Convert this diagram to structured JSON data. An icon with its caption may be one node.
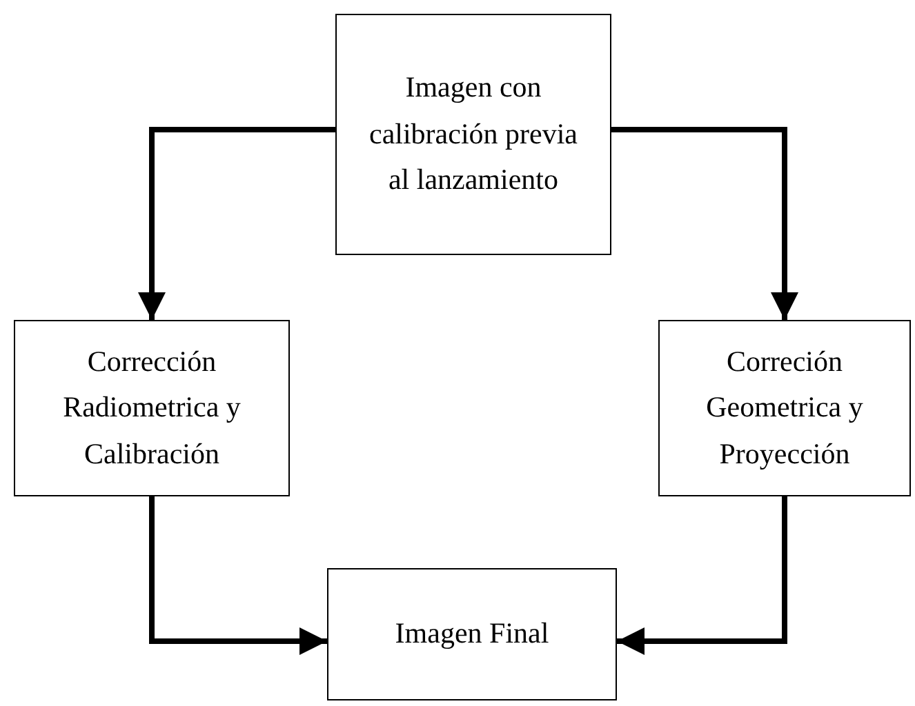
{
  "diagram": {
    "nodes": [
      {
        "text": [
          "Imagen con calibración previa al lanzamiento"
        ]
      },
      {
        "text": [
          "Corrección Radiometrica y Calibración"
        ]
      },
      {
        "text": [
          "Correción Geometrica y Proyección"
        ]
      },
      {
        "text": [
          "Imagen Final"
        ]
      }
    ],
    "edges": [
      {
        "from": 0,
        "to": 1,
        "arrow": "to"
      },
      {
        "from": 0,
        "to": 2,
        "arrow": "to"
      },
      {
        "from": 1,
        "to": 3,
        "arrow": "to"
      },
      {
        "from": 2,
        "to": 3,
        "arrow": "to"
      }
    ]
  }
}
